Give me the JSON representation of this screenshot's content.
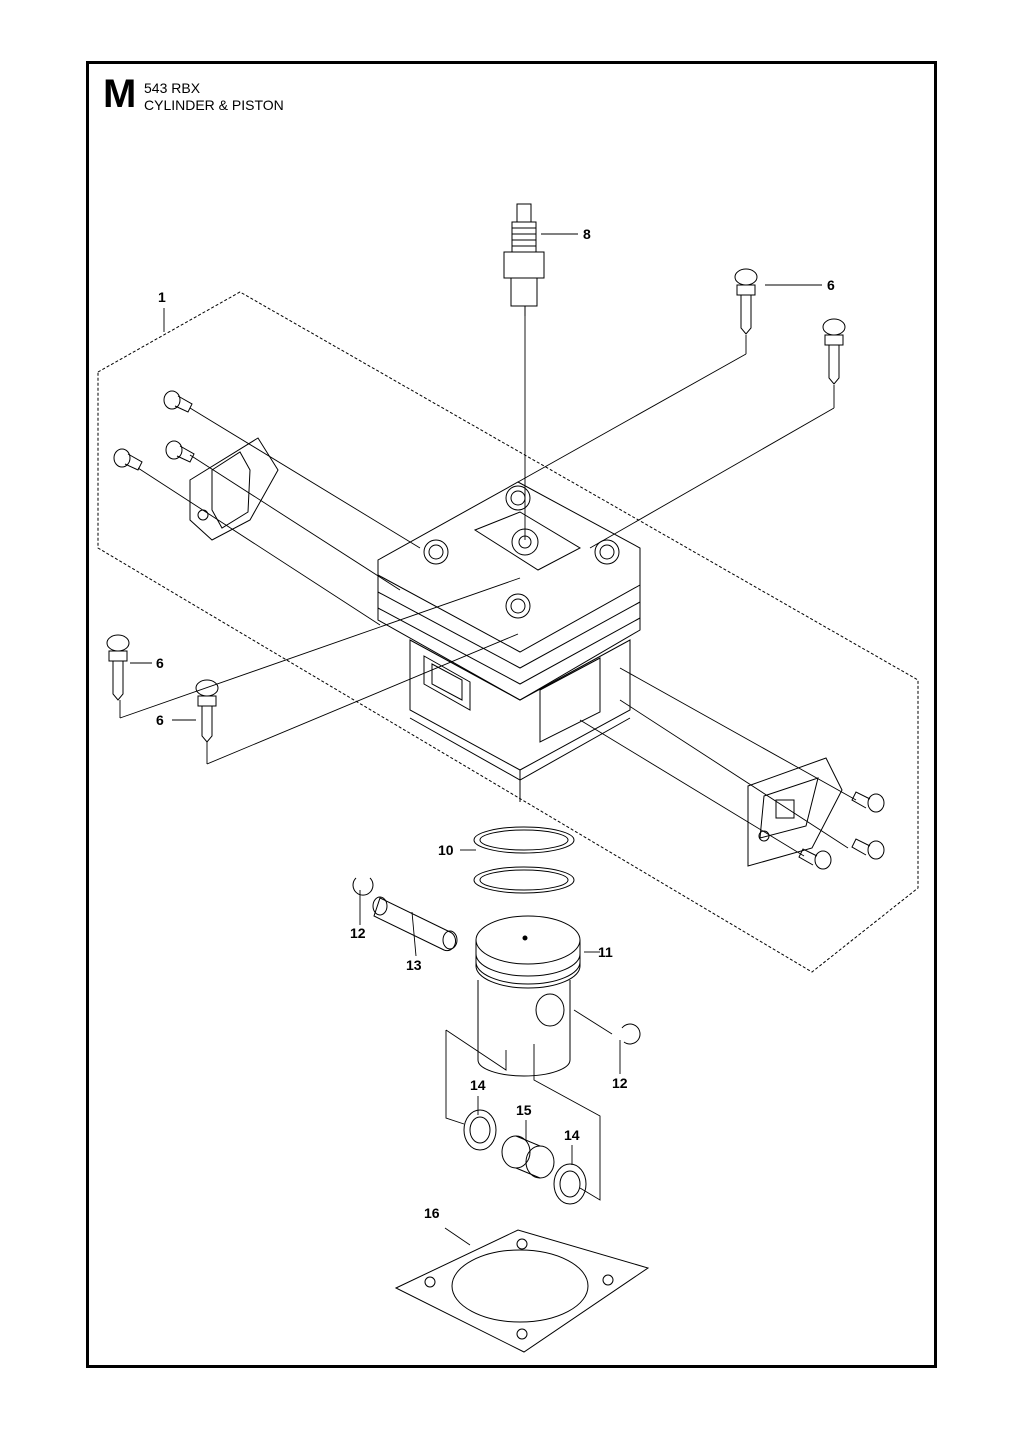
{
  "header": {
    "section_letter": "M",
    "model": "543 RBX",
    "title": "CYLINDER & PISTON"
  },
  "callouts": [
    {
      "id": "c1",
      "text": "1"
    },
    {
      "id": "c8",
      "text": "8"
    },
    {
      "id": "c6a",
      "text": "6"
    },
    {
      "id": "c6b",
      "text": "6"
    },
    {
      "id": "c6c",
      "text": "6"
    },
    {
      "id": "c6d",
      "text": "6"
    },
    {
      "id": "c10",
      "text": "10"
    },
    {
      "id": "c11",
      "text": "11"
    },
    {
      "id": "c12a",
      "text": "12"
    },
    {
      "id": "c12b",
      "text": "12"
    },
    {
      "id": "c13",
      "text": "13"
    },
    {
      "id": "c14a",
      "text": "14"
    },
    {
      "id": "c14b",
      "text": "14"
    },
    {
      "id": "c15",
      "text": "15"
    },
    {
      "id": "c16",
      "text": "16"
    }
  ]
}
